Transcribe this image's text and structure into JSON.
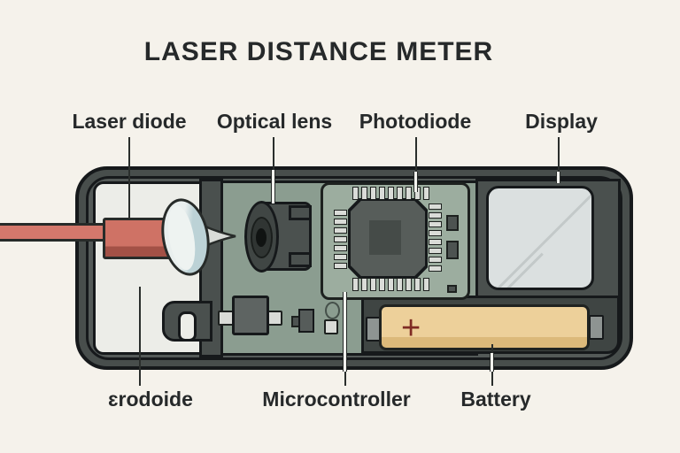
{
  "title": "LASER DISTANCE METER",
  "labels": {
    "laser_diode": "Laser diode",
    "optical_lens": "Optical lens",
    "photodiode": "Photodiode",
    "display": "Display",
    "erodoide": "ɛrodoide",
    "microcontroller": "Microcontroller",
    "battery": "Battery"
  },
  "battery": {
    "polarity_mark": "+"
  },
  "colors": {
    "background": "#f5f2eb",
    "text": "#26292a",
    "casing": "#484e4c",
    "pcb_green": "#8b9d90",
    "laser_red": "#d4786c",
    "battery_tan": "#edd09a",
    "display_gray": "#dbe0e0"
  }
}
